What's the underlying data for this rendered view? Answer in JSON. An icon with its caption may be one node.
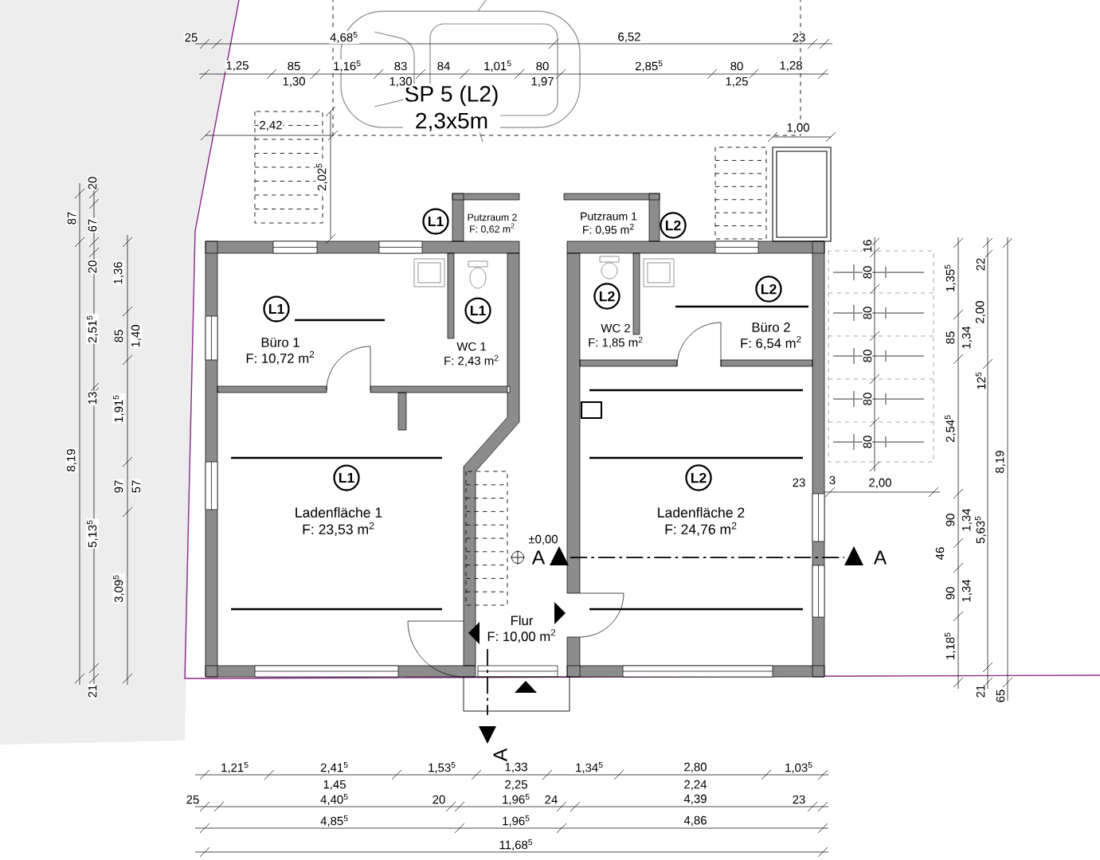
{
  "diagram": {
    "nodes": [
      {
        "text": [
          "SP 5 (L2)",
          "2,3x5m"
        ]
      },
      {
        "text": [
          "Putzraum 2",
          "F: 0,62 m$^{2}$"
        ]
      },
      {
        "text": [
          "Putzraum 1",
          "F: 0,95 m$^{2}$"
        ]
      },
      {
        "text": [
          "Büro 1",
          "F: 10,72 m$^{2}$"
        ]
      },
      {
        "text": [
          "WC 1",
          "F: 2,43 m$^{2}$"
        ]
      },
      {
        "text": [
          "WC 2",
          "F: 1,85 m$^{2}$"
        ]
      },
      {
        "text": [
          "Büro 2",
          "F: 6,54 m$^{2}$"
        ]
      },
      {
        "text": [
          "Ladenfläche 1",
          "F: 23,53 m$^{2}$"
        ]
      },
      {
        "text": [
          "Ladenfläche 2",
          "F: 24,76 m$^{2}$"
        ]
      },
      {
        "text": [
          "Flur",
          "F: 10,00 m$^{2}$"
        ]
      }
    ],
    "labels": [
      "25",
      "4,68$^{5}$",
      "6,52",
      "23",
      "1,25",
      "85",
      "1,30",
      "1,16$^{5}$",
      "83",
      "1,30",
      "84",
      "1,01$^{5}$",
      "80",
      "1,97",
      "2,85$^{5}$",
      "80",
      "1,25",
      "1,28",
      "2,42",
      "2,02$^{5}$",
      "1,00",
      "L1",
      "L2",
      "L1",
      "L1",
      "L2",
      "L2",
      "L1",
      "L2",
      "87",
      "20",
      "67",
      "20",
      "1,36",
      "2,51$^{5}$",
      "85",
      "1,40",
      "13",
      "1,91$^{5}$",
      "8,19",
      "97",
      "57",
      "5,13$^{5}$",
      "3,09$^{5}$",
      "21",
      "16",
      "80",
      "80",
      "80",
      "80",
      "80",
      "1,35$^{5}$",
      "22",
      "2,00",
      "85",
      "1,34",
      "12$^{5}$",
      "2,54$^{5}$",
      "8,19",
      "23",
      "3",
      "2,00",
      "90",
      "1,34",
      "5,63$^{5}$",
      "46",
      "90",
      "1,34",
      "1,18$^{5}$",
      "21",
      "65",
      "±0,00",
      "A",
      "A",
      "A",
      "1,21$^{5}$",
      "2,41$^{5}$",
      "1,45",
      "1,53$^{5}$",
      "1,33",
      "2,25",
      "1,34$^{5}$",
      "2,80",
      "2,24",
      "1,03$^{5}$",
      "25",
      "4,40$^{5}$",
      "20",
      "1,96$^{5}$",
      "24",
      "4,39",
      "23",
      "4,85$^{5}$",
      "1,96$^{5}$",
      "4,86",
      "11,68$^{5}$"
    ]
  }
}
